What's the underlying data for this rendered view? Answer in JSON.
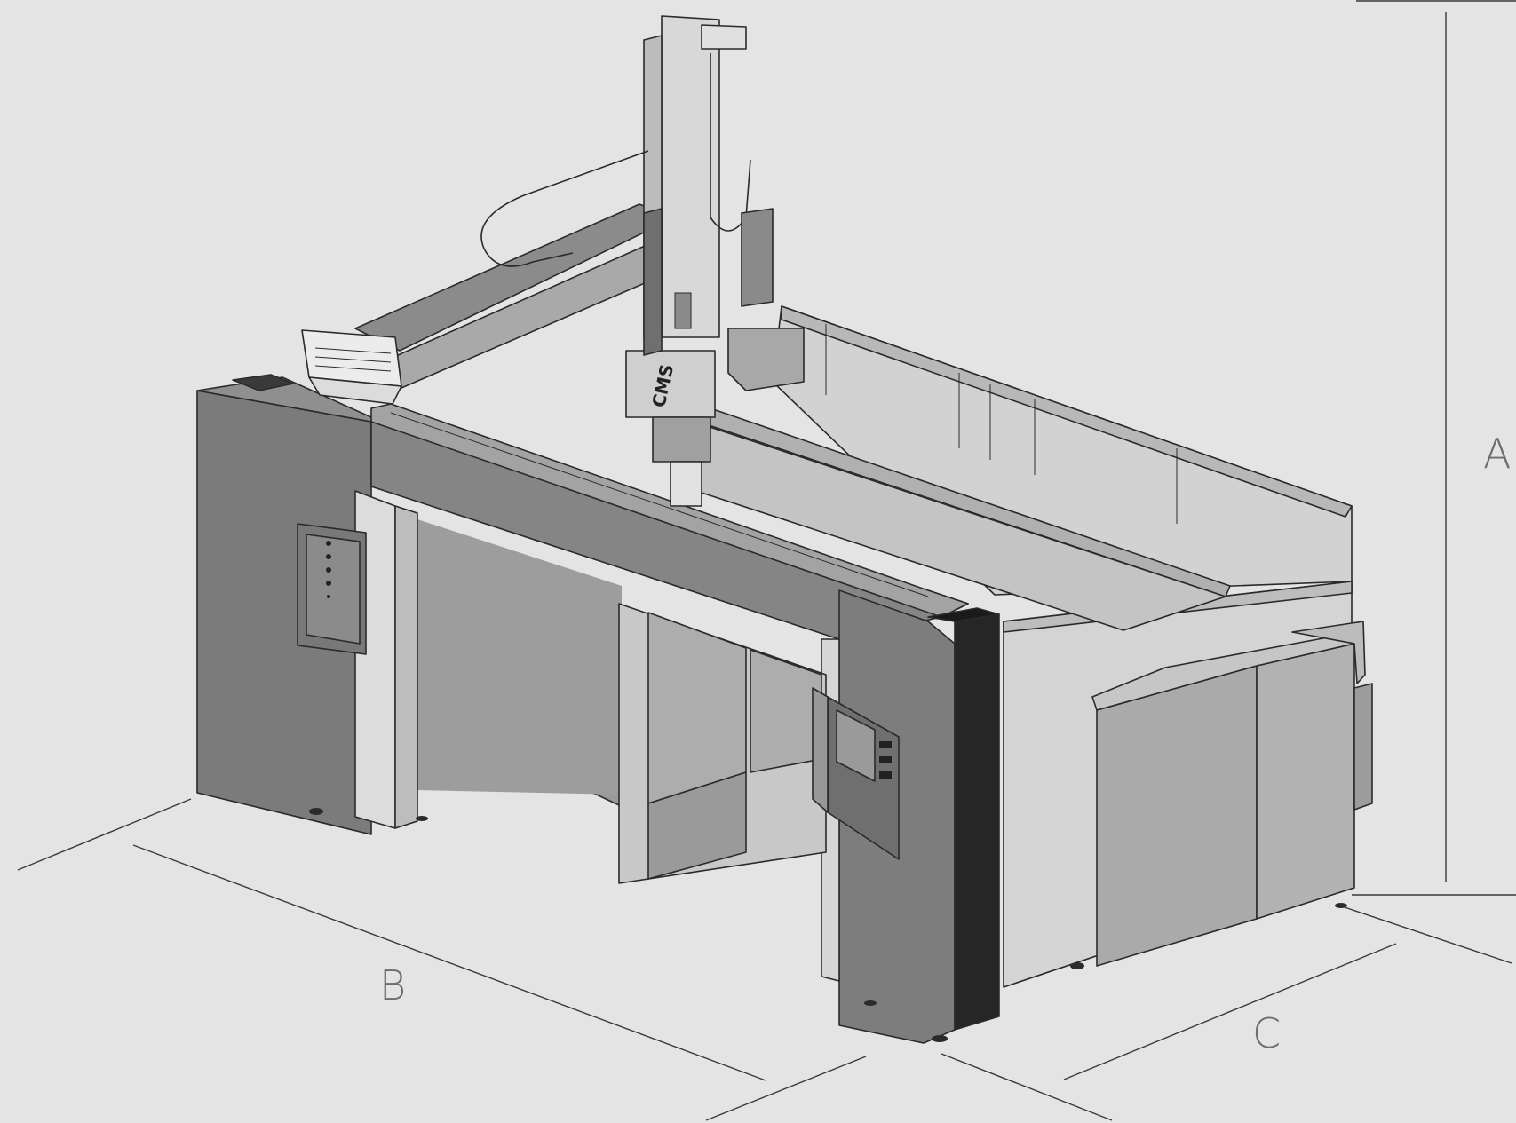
{
  "diagram": {
    "dimensions": {
      "height": "A",
      "length": "B",
      "depth": "C"
    },
    "logo": "CMS",
    "colors": {
      "background": "#e4e4e4",
      "dark_panel": "#7b7b7b",
      "mid_panel": "#a2a2a2",
      "light_panel": "#cfcfcf",
      "black_column": "#262626",
      "line": "#2a2a2a"
    }
  }
}
